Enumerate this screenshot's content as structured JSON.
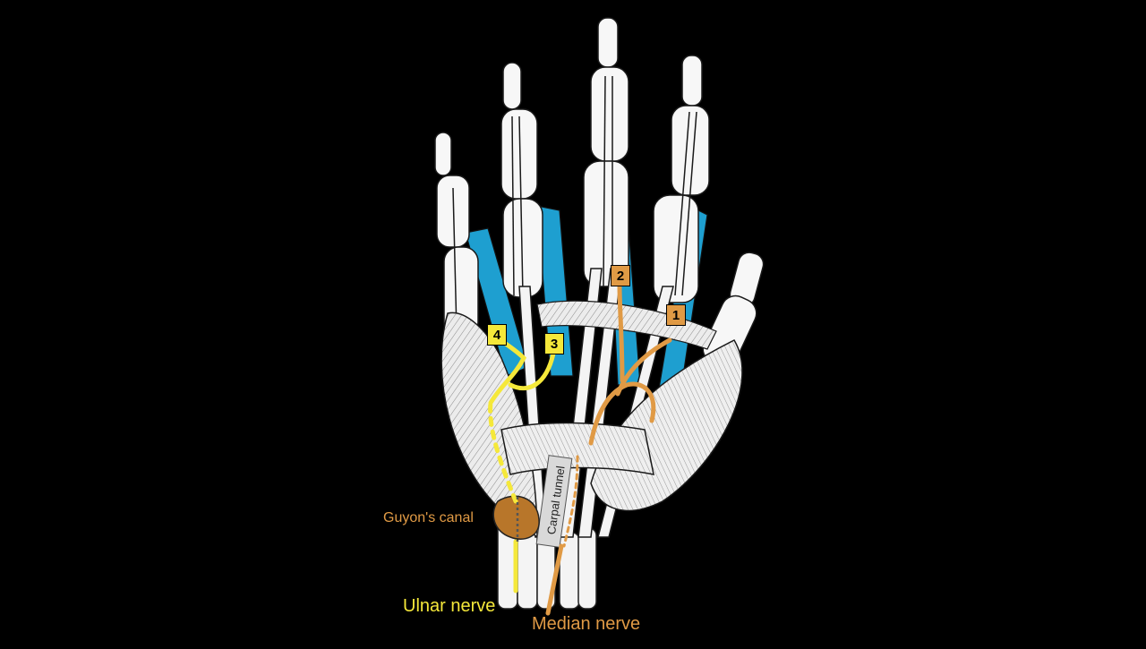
{
  "labels": {
    "ulnar_nerve": "Ulnar nerve",
    "median_nerve": "Median nerve",
    "guyons_canal": "Guyon's canal",
    "carpal_tunnel": "Carpal tunnel"
  },
  "badges": {
    "one": "1",
    "two": "2",
    "three": "3",
    "four": "4"
  },
  "colors": {
    "background": "#000000",
    "ulnar": "#f5e83a",
    "median": "#e09a45",
    "lumbrical": "#1e9fd0",
    "bone": "#ffffff",
    "canal": "#b8762a"
  }
}
